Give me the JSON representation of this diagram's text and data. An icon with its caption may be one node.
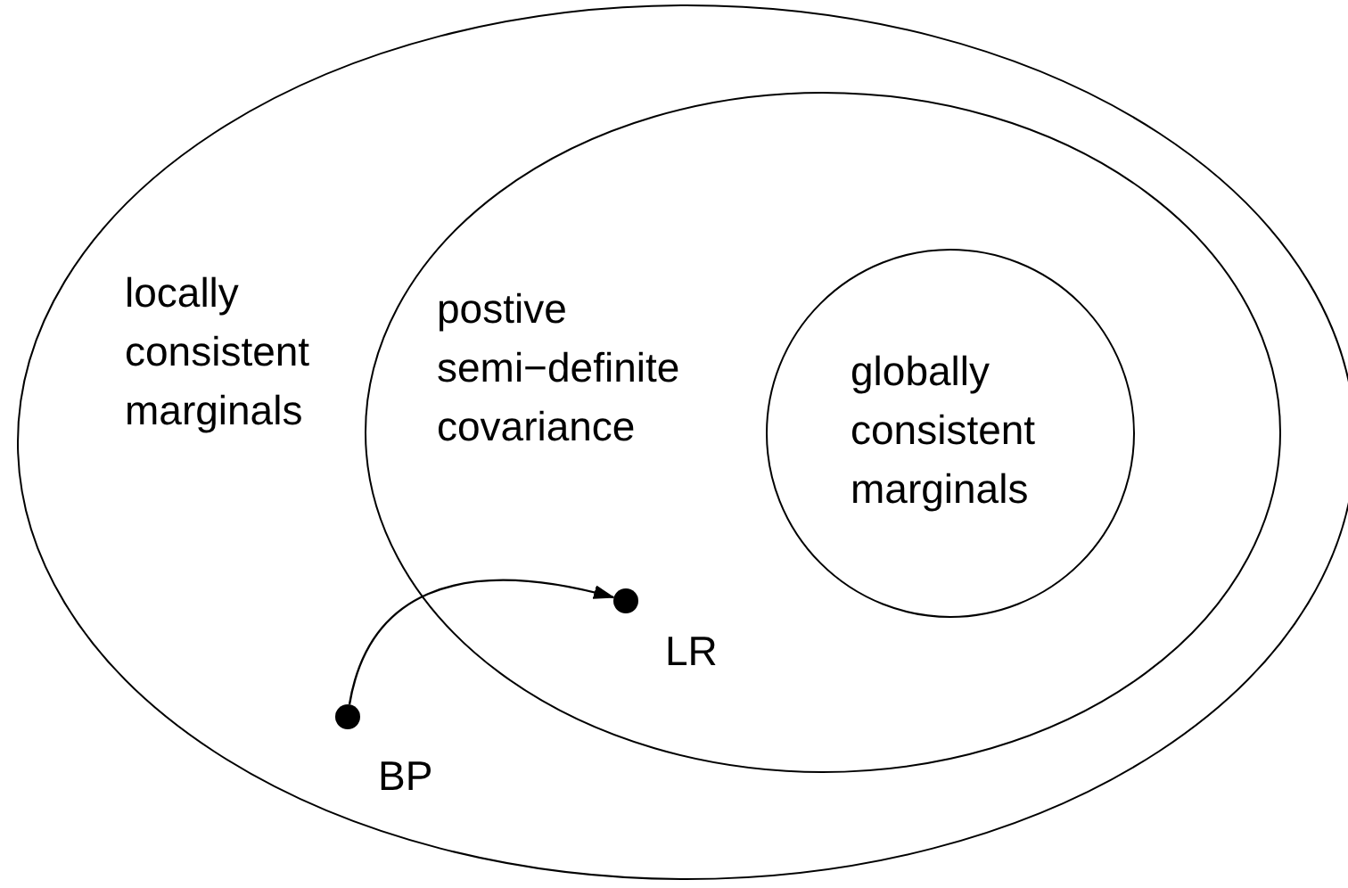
{
  "diagram": {
    "nodes": [
      {
        "text": [
          "locally consistent marginals"
        ]
      },
      {
        "text": [
          "postive semi−definite covariance"
        ],
        "in": 0
      },
      {
        "text": [
          "globally consistent marginals"
        ],
        "in": 1
      },
      {
        "text": [],
        "shape": "circle",
        "beside": [
          "BP"
        ],
        "in": 0
      },
      {
        "text": [],
        "shape": "circle",
        "beside": [
          "LR"
        ],
        "in": 1
      }
    ],
    "edges": [
      {
        "from": 3,
        "to": 4,
        "arrow": "to"
      }
    ]
  }
}
